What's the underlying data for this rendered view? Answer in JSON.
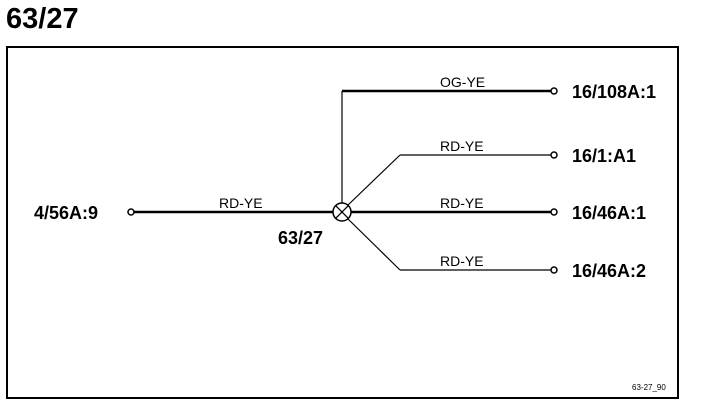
{
  "title": "63/27",
  "splice": {
    "label": "63/27"
  },
  "input": {
    "connector": "4/56A:9",
    "wire_color": "RD-YE"
  },
  "outputs": [
    {
      "connector": "16/108A:1",
      "wire_color": "OG-YE"
    },
    {
      "connector": "16/1:A1",
      "wire_color": "RD-YE"
    },
    {
      "connector": "16/46A:1",
      "wire_color": "RD-YE"
    },
    {
      "connector": "16/46A:2",
      "wire_color": "RD-YE"
    }
  ],
  "footer_ref": "63-27_90"
}
